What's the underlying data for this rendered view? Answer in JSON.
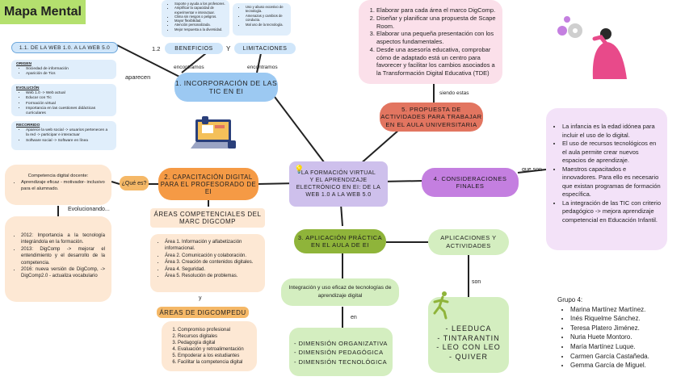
{
  "title": "Mapa Mental",
  "center": "LA FORMACIÓN VIRTUAL\nY EL APRENDIZAJE\nELECTRÓNICO EN EI: DE LA\nWEB 1.0 A LA WEB 5.0",
  "node1": {
    "label": "1. INCORPORACIÓN DE LAS\nTIC EN EI",
    "conn_left": "aparecen",
    "conn_benefits": "encontramos",
    "conn_limits": "encontramos",
    "web_label": "1.1. DE LA WEB 1.0. A LA WEB 5.0",
    "origen": {
      "heading": "ORIGEN",
      "items": [
        "Sociedad de información",
        "Aparición de Tics"
      ]
    },
    "evolucion": {
      "heading": "EVOLUCIÓN",
      "items": [
        "Web 1.0 -> Web actual",
        "Educar con Tic",
        "Formación virtual",
        "Importancia en las cuestiones didácticas curriculares"
      ]
    },
    "recorrido": {
      "heading": "RECORRIDO",
      "items": [
        "Aparece la web social -> usuarios pertenecen a la red -> participar e interactuar",
        "Software social -> Software en línea"
      ]
    },
    "num": "1.2",
    "benefits_label": "BENEFICIOS",
    "y": "Y",
    "limits_label": "LIMITACIONES",
    "benefits": [
      "Soporte y ayuda a los profesores.",
      "Amplificar la capacidad de experimentar e interactuar.",
      "Clima sin riesgos o peligros.",
      "Mayor flexibilidad.",
      "Atención personalizada.",
      "Mejor respuesta a la diversidad."
    ],
    "limits": [
      "Uso y abuso excesivo de tecnología.",
      "Amenazas y cambios de conducta.",
      "Mal uso de la tecnología."
    ]
  },
  "node2": {
    "label": "2. CAPACITACIÓN DIGITAL\nPARA EL PROFESORADO DE EI",
    "question": "¿Qué es?",
    "def_title": "Competencia digital docente:",
    "def_item": "Aprendizaje eficaz - motivador- inclusivo para el alumnado.",
    "evol_label": "Evolucionando...",
    "evol_items": [
      "2012: Importancia a la tecnología integrándola en la formación.",
      "2013: DigComp -> mejorar el entendimiento y el desarrollo de la competencia.",
      "2016: nueva versión de DigComp, -> DigComp2.0 - actualiza vocabulario"
    ],
    "areas_title": "ÁREAS COMPETENCIALES DEL\nMARC DIGCOMP",
    "areas_items": [
      "Área 1. Información y alfabetización informacional.",
      "Área 2. Comunicación y colaboración.",
      "Área 3. Creación de contenidos digitales.",
      "Área 4. Seguridad.",
      "Área 5. Resolución de problemas."
    ],
    "y": "y",
    "digcompedu_title": "ÁREAS DE DIGCOMPEDU",
    "digcompedu_items": [
      "Compromiso profesional",
      "Recursos digitales",
      "Pedagogía digital",
      "Evaluación y retroalimentación",
      "Empoderar a los estudiantes",
      "Facilitar la competencia digital"
    ]
  },
  "node3": {
    "label": "3. APLICACIÓN PRÁCTICA\nEN EL AULA DE EI",
    "integration": "Integración y uso eficaz de tecnologías de\naprendizaje digital",
    "en": "en",
    "dimensions": [
      "- DIMENSIÓN ORGANIZATIVA",
      "- DIMENSIÓN PEDAGÓGICA",
      "- DIMENSIÓN TECNOLÓGICA"
    ],
    "apps_label": "APLICACIONES Y\nACTIVIDADES",
    "son": "son",
    "apps": [
      "- LEEDUCA",
      "- TINTARANTIN",
      "- LEO CON LEO",
      "- QUIVER"
    ]
  },
  "node4": {
    "label": "4. CONSIDERACIONES\nFINALES",
    "que_son": "que son",
    "items": [
      "La infancia es la edad idónea para incluir el uso de lo digital.",
      "El uso de recursos tecnológicos en el aula permite crear nuevos espacios de aprendizaje.",
      "Maestros capacitados e innovadores. Para ello es necesario que existan programas de formación específica.",
      "La integración de las TIC con criterio pedagógico -> mejora aprendizaje competencial en Educación Infantil."
    ]
  },
  "node5": {
    "label": "5. PROPUESTA DE\nACTIVIDADES PARA TRABAJAR\nEN EL AULA UNIVERSITARIA",
    "siendo": "siendo estas",
    "items": [
      "Elaborar para cada área el marco DigComp.",
      "Diseñar y planificar una propuesta de Scape Room.",
      "Elaborar una pequeña presentación con los aspectos fundamentales.",
      "Desde una asesoría educativa, comprobar cómo de adaptado está un centro para favorecer y facilitar los cambios asociados a la Transformación Digital Educativa (TDE)"
    ]
  },
  "group": {
    "title": "Grupo 4:",
    "members": [
      "Marina Martínez Martínez.",
      "Inés Riquelme Sánchez.",
      "Teresa Platero Jiménez.",
      "Nuria Huete Montoro.",
      "María Martínez Luque.",
      "Carmen García Castañeda.",
      "Gemma García de Miguel."
    ]
  },
  "colors": {
    "title_bg": "#b4e06e",
    "blue": "#9cc9f2",
    "orange": "#f59a45",
    "green": "#8fb43a",
    "purple": "#c47fe0",
    "red": "#e27560",
    "lilac": "#cec0ec",
    "peach": "#fde8d4",
    "lightgreen": "#d4eec0"
  }
}
